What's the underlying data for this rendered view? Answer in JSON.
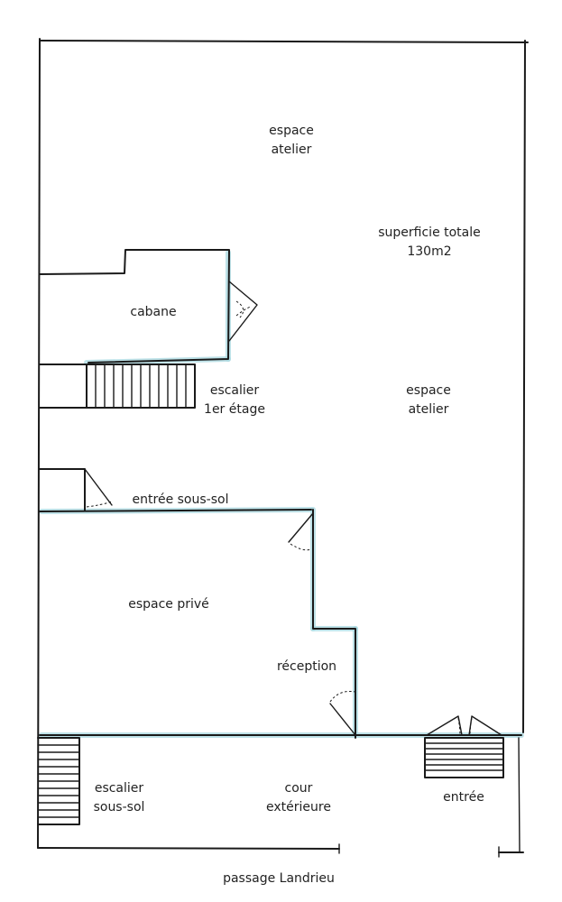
{
  "colors": {
    "wall": "#1a1a1a",
    "highlight": "#a8d8e0",
    "text": "#222222"
  },
  "labels": {
    "espace_atelier_top": [
      "espace",
      "atelier"
    ],
    "superficie": [
      "superficie totale",
      "130m2"
    ],
    "cabane": "cabane",
    "escalier_etage": [
      "escalier",
      "1er étage"
    ],
    "espace_atelier_right": [
      "espace",
      "atelier"
    ],
    "entree_sous_sol": "entrée sous-sol",
    "espace_prive": "espace privé",
    "reception": "réception",
    "escalier_sous_sol": [
      "escalier",
      "sous-sol"
    ],
    "cour": [
      "cour",
      "extérieure"
    ],
    "entree": "entrée",
    "passage": "passage Landrieu"
  }
}
